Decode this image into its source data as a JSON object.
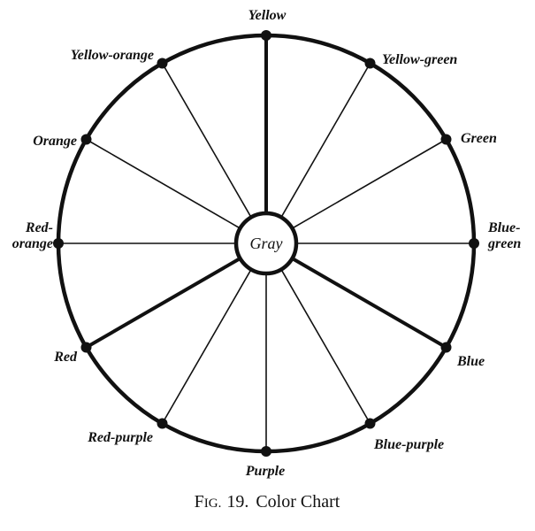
{
  "diagram": {
    "center": {
      "label": "Gray"
    },
    "colors": [
      {
        "id": "yellow",
        "lines": [
          "Yellow"
        ]
      },
      {
        "id": "yellow-green",
        "lines": [
          "Yellow-green"
        ]
      },
      {
        "id": "green",
        "lines": [
          "Green"
        ]
      },
      {
        "id": "blue-green",
        "lines": [
          "Blue-",
          "green"
        ]
      },
      {
        "id": "blue",
        "lines": [
          "Blue"
        ]
      },
      {
        "id": "blue-purple",
        "lines": [
          "Blue-purple"
        ]
      },
      {
        "id": "purple",
        "lines": [
          "Purple"
        ]
      },
      {
        "id": "red-purple",
        "lines": [
          "Red-purple"
        ]
      },
      {
        "id": "red",
        "lines": [
          "Red"
        ]
      },
      {
        "id": "red-orange",
        "lines": [
          "Red-",
          "orange"
        ]
      },
      {
        "id": "orange",
        "lines": [
          "Orange"
        ]
      },
      {
        "id": "yellow-orange",
        "lines": [
          "Yellow-orange"
        ]
      }
    ],
    "emphasized_spokes": [
      "yellow",
      "blue",
      "red"
    ]
  },
  "caption": {
    "fig_first": "F",
    "fig_rest": "IG.",
    "fig_number": "19.",
    "title": "Color Chart"
  }
}
